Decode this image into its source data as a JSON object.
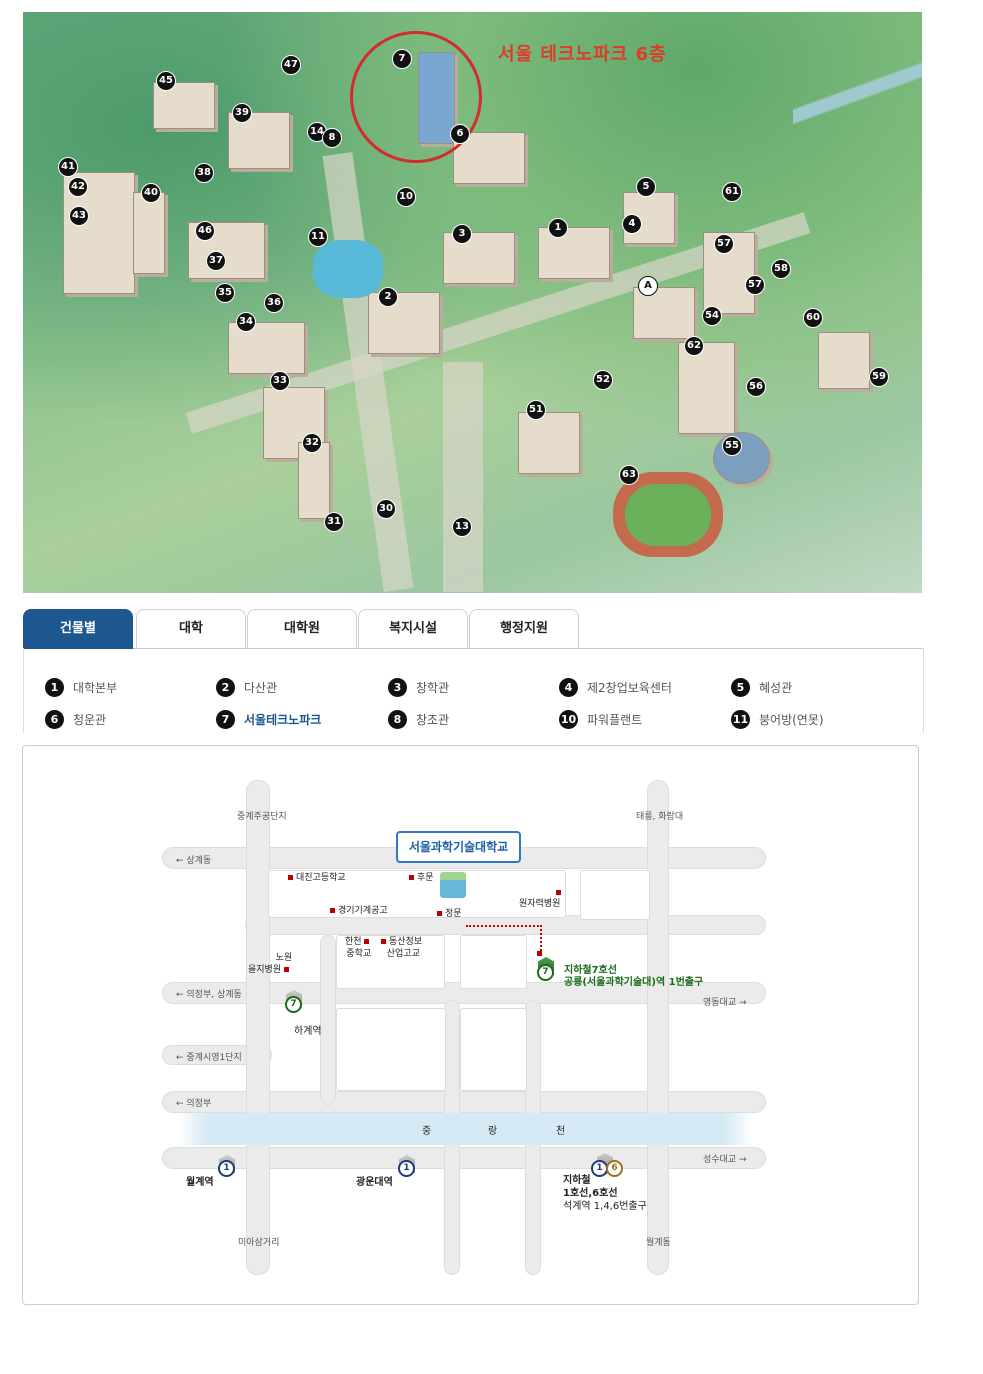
{
  "campus_map": {
    "title": "서울 테크노파크 6층",
    "markers": [
      "45",
      "47",
      "7",
      "6",
      "39",
      "14",
      "8",
      "41",
      "42",
      "38",
      "40",
      "43",
      "10",
      "5",
      "61",
      "46",
      "11",
      "3",
      "1",
      "4",
      "57",
      "37",
      "58",
      "57",
      "A",
      "35",
      "36",
      "2",
      "54",
      "60",
      "34",
      "62",
      "33",
      "52",
      "59",
      "56",
      "51",
      "32",
      "55",
      "63",
      "30",
      "31",
      "13"
    ]
  },
  "tabs": [
    {
      "label": "건물별",
      "active": true
    },
    {
      "label": "대학"
    },
    {
      "label": "대학원"
    },
    {
      "label": "복지시설"
    },
    {
      "label": "행정지원"
    }
  ],
  "legend": [
    {
      "num": "1",
      "name": "대학본부"
    },
    {
      "num": "2",
      "name": "다산관"
    },
    {
      "num": "3",
      "name": "창학관"
    },
    {
      "num": "4",
      "name": "제2창업보육센터"
    },
    {
      "num": "5",
      "name": "혜성관"
    },
    {
      "num": "6",
      "name": "청운관"
    },
    {
      "num": "7",
      "name": "서울테크노파크",
      "highlight": true
    },
    {
      "num": "8",
      "name": "창조관"
    },
    {
      "num": "10",
      "name": "파워플랜트"
    },
    {
      "num": "11",
      "name": "붕어방(연못)"
    }
  ],
  "road_map": {
    "school": "서울과학기술대학교",
    "directions": {
      "n_left": "중계주공단지",
      "n_right": "태릉, 화랑대",
      "w1": "상계동",
      "w2": "의정부, 상계동",
      "w3": "중계시영1단지",
      "w4": "의정부",
      "e1": "영동대교",
      "e2": "성수대교",
      "s_left": "미아삼거리",
      "s_right": "월계동"
    },
    "places": {
      "p1": "대진고등학교",
      "p2": "후문",
      "p3": "경기기계공고",
      "p4": "정문",
      "p5": "원자력병원",
      "p6a": "한천",
      "p6b": "중학교",
      "p7a": "동산정보",
      "p7b": "산업고교",
      "p8a": "노원",
      "p8b": "을지병원"
    },
    "river": [
      "중",
      "랑",
      "천"
    ],
    "stations": {
      "hagye": {
        "line": "7",
        "name": "하계역"
      },
      "gongneung": {
        "line": "7",
        "line_text": "지하철7호선",
        "name": "공릉(서울과학기술대)역 1번출구"
      },
      "wolgye": {
        "line": "1",
        "name": "월계역"
      },
      "kwangwoon": {
        "line": "1",
        "name": "광운대역"
      },
      "seokgye": {
        "line1": "1",
        "line2": "6",
        "l1": "지하철",
        "l2": "1호선,6호선",
        "l3": "석계역 1,4,6번출구"
      }
    }
  },
  "colors": {
    "tab_active": "#1d5790",
    "title_red": "#e03a2a",
    "line7": "#1b6b1b",
    "line1": "#1c3c7a"
  }
}
